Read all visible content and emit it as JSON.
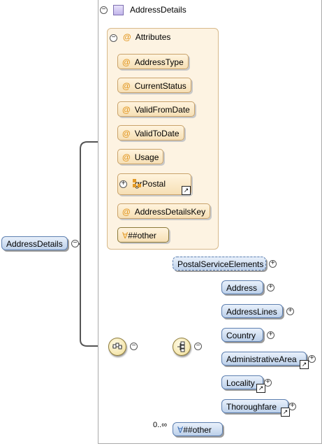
{
  "root_element": "AddressDetails",
  "type_header": {
    "label": "AddressDetails",
    "toggle": "−"
  },
  "attributes": {
    "title": "Attributes",
    "symbol": "@",
    "items": [
      "AddressType",
      "CurrentStatus",
      "ValidFromDate",
      "ValidToDate",
      "Usage"
    ],
    "group": {
      "label": "grPostal",
      "toggle": "+"
    },
    "key_item": "AddressDetailsKey",
    "any_attribute": "##other",
    "any_symbol": "∀"
  },
  "sequence": {
    "first": "PostalServiceElements",
    "choice_items": [
      "Address",
      "AddressLines",
      "Country",
      "AdministrativeArea",
      "Locality",
      "Thoroughfare"
    ],
    "any_element": "##other",
    "any_occurrence": "0..∞"
  },
  "icons": [
    "collapse-toggle-icon",
    "expand-toggle-icon",
    "type-icon",
    "attribute-group-icon",
    "reference-arrow-icon",
    "sequence-compositor-icon",
    "choice-compositor-icon"
  ],
  "colors": {
    "attribute_fill": "#f6dfb5",
    "element_fill": "#bcd0ea",
    "panel_fill": "#fdf3e2"
  }
}
